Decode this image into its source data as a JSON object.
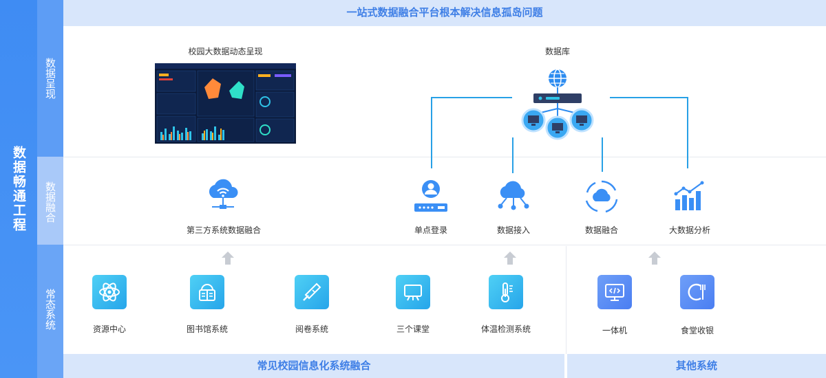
{
  "side": {
    "main_label": "数据畅通工程",
    "sections": [
      "数据呈现",
      "数据融合",
      "常态系统"
    ]
  },
  "top_banner": "一站式数据融合平台根本解决信息孤岛问题",
  "bottom_banners": [
    "常见校园信息化系统融合",
    "其他系统"
  ],
  "presentation": {
    "dashboard_title": "校园大数据动态呈现",
    "database_label": "数据库"
  },
  "fusion": {
    "third_party": "第三方系统数据融合",
    "items": [
      "单点登录",
      "数据接入",
      "数据融合",
      "大数据分析"
    ]
  },
  "systems": {
    "campus": [
      "资源中心",
      "图书馆系统",
      "阅卷系统",
      "三个课堂",
      "体温检测系统"
    ],
    "other": [
      "一体机",
      "食堂收银"
    ]
  },
  "icons": {
    "dashboard": "dashboard-screenshot",
    "database": "database-server-icon",
    "cloud_wifi": "cloud-wifi-icon",
    "sso": "user-login-icon",
    "access": "cloud-network-icon",
    "fusion": "cloud-sync-icon",
    "analysis": "bar-chart-icon"
  },
  "colors": {
    "primary": "#3f8cf3",
    "banner_bg": "#d8e6fb",
    "banner_text": "#3f7fe6",
    "connector": "#27a0e6",
    "tile_cyan": "#26a5ea",
    "tile_blue": "#4a7ef2"
  }
}
